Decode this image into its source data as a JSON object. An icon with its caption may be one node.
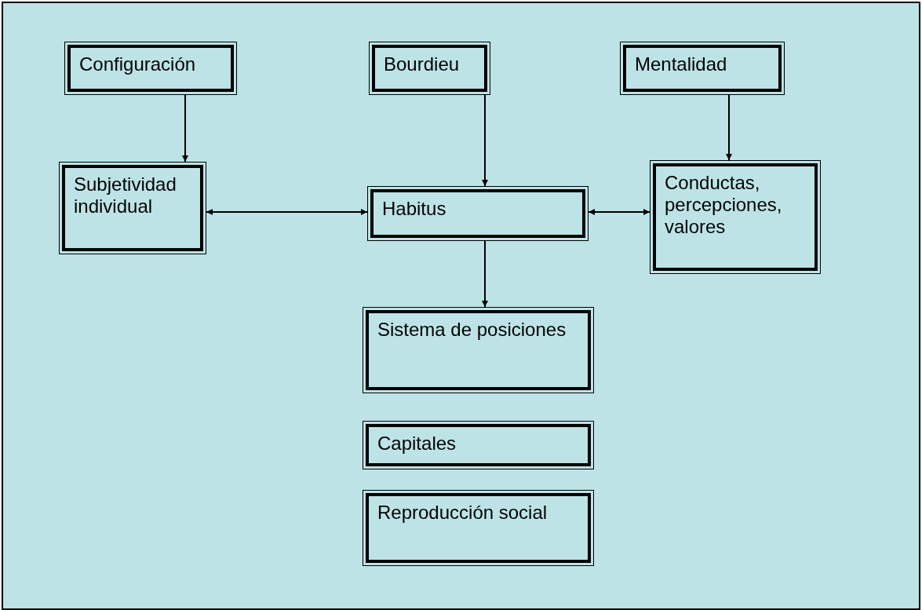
{
  "diagram": {
    "nodes": [
      {
        "text": [
          "Configuración"
        ]
      },
      {
        "text": [
          "Bourdieu"
        ]
      },
      {
        "text": [
          "Mentalidad"
        ]
      },
      {
        "text": [
          "Subjetividad individual"
        ]
      },
      {
        "text": [
          "Habitus"
        ]
      },
      {
        "text": [
          "Conductas, percepciones, valores"
        ]
      },
      {
        "text": [
          "Sistema de posiciones"
        ]
      },
      {
        "text": [
          "Capitales"
        ]
      },
      {
        "text": [
          "Reproducción social"
        ]
      }
    ],
    "edges": [
      {
        "from": 0,
        "to": 3,
        "arrow": "to"
      },
      {
        "from": 1,
        "to": 4,
        "arrow": "to"
      },
      {
        "from": 2,
        "to": 5,
        "arrow": "to"
      },
      {
        "from": 3,
        "to": 4,
        "arrow": "both"
      },
      {
        "from": 4,
        "to": 5,
        "arrow": "both"
      },
      {
        "from": 4,
        "to": 6,
        "arrow": "to"
      }
    ]
  }
}
